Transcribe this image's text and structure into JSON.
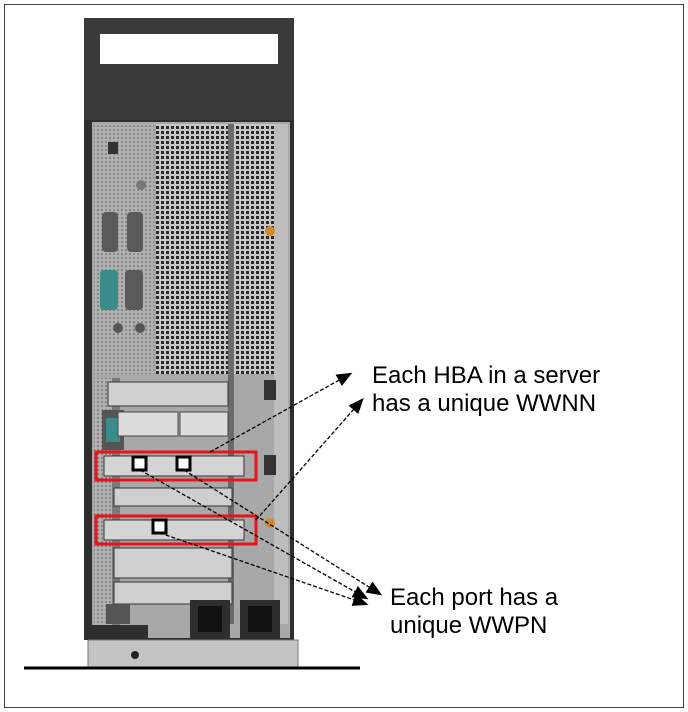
{
  "callouts": {
    "hba": {
      "line1": "Each HBA in a server",
      "line2": "has a unique WWNN"
    },
    "port": {
      "line1": "Each port has a",
      "line2": "unique WWPN"
    }
  },
  "colors": {
    "highlight": "#e8141c",
    "chassis_dark": "#3a3a3a",
    "chassis_gray": "#9a9a9a",
    "connector_teal": "#3a8c8a",
    "screw_orange": "#d08a2a"
  }
}
